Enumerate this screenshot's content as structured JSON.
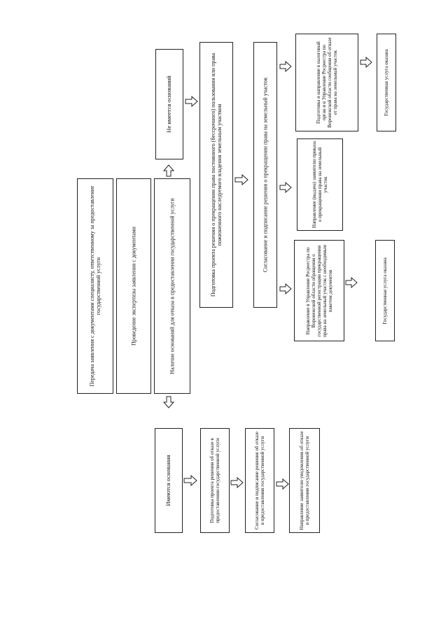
{
  "steps": {
    "transfer": "Передача заявления с документами специалисту, ответственному за предоставление государственной услуги",
    "review": "Проведение экспертизы заявления с документами",
    "grounds_check": "Наличие оснований для отказа в предоставлении государственной услуги",
    "yes_grounds": "Имеются основания",
    "no_grounds": "Не имеется оснований",
    "refusal_draft": "Подготовка проекта решения об отказе в предоставлении государственной услуги",
    "refusal_sign": "Согласование и подписание решения об отказе в предоставлении государственной услуги",
    "refusal_send": "Направление заявителю уведомления об отказе в предоставлении государственной услуги",
    "termination_draft": "Подготовка проекта решения о прекращении права постоянного (бессрочного) пользования или права пожизненного наследуемого владения земельным участком",
    "termination_sign": "Согласование и подписание решения о прекращении права на земельный участок",
    "send_rosreestr": "Направление в Управление Росреестра по Воронежской области обращения о государственной регистрации прекращения права на земельный участок с необходимым пакетом документов",
    "send_applicant": "Направление (выдача) заявителю приказа о прекращении права на земельный участок",
    "tax_notice": "Подготовка и направление в налоговый орган и в Управление Росреестра по Воронежской области сообщения об отказе от права на земельный участок",
    "done_1": "Государственная услуга оказана",
    "done_2": "Государственная услуга оказана"
  }
}
